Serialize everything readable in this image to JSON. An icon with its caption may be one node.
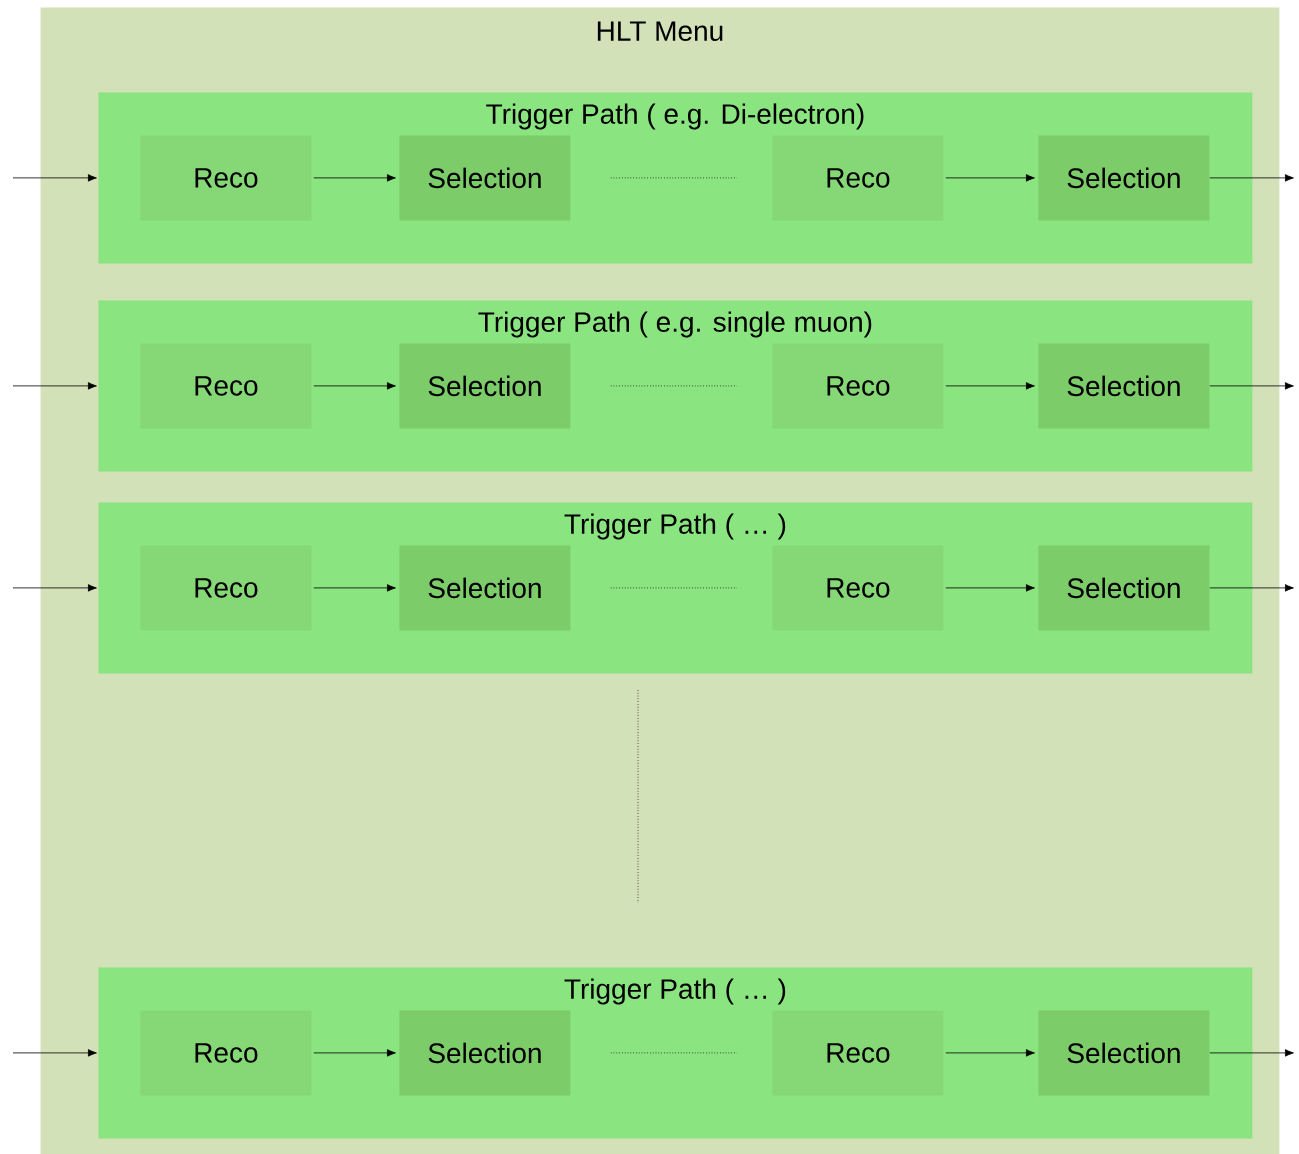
{
  "diagram": {
    "nodes": [
      {
        "text": [
          "HLT Menu"
        ]
      },
      {
        "text": [
          "Trigger Path ( e.g. Di-electron)"
        ],
        "in": 0
      },
      {
        "text": [
          "Reco"
        ],
        "in": 1
      },
      {
        "text": [
          "Selection"
        ],
        "in": 1
      },
      {
        "text": [
          "Reco"
        ],
        "in": 1
      },
      {
        "text": [
          "Selection"
        ],
        "in": 1
      },
      {
        "text": [
          "Trigger Path ( e.g. single muon)"
        ],
        "in": 0
      },
      {
        "text": [
          "Reco"
        ],
        "in": 6
      },
      {
        "text": [
          "Selection"
        ],
        "in": 6
      },
      {
        "text": [
          "Reco"
        ],
        "in": 6
      },
      {
        "text": [
          "Selection"
        ],
        "in": 6
      },
      {
        "text": [
          "Trigger Path ( … )"
        ],
        "in": 0
      },
      {
        "text": [
          "Reco"
        ],
        "in": 11
      },
      {
        "text": [
          "Selection"
        ],
        "in": 11
      },
      {
        "text": [
          "Reco"
        ],
        "in": 11
      },
      {
        "text": [
          "Selection"
        ],
        "in": 11
      },
      {
        "text": [
          "Trigger Path ( … )"
        ],
        "in": 0
      },
      {
        "text": [
          "Reco"
        ],
        "in": 16
      },
      {
        "text": [
          "Selection"
        ],
        "in": 16
      },
      {
        "text": [
          "Reco"
        ],
        "in": 16
      },
      {
        "text": [
          "Selection"
        ],
        "in": 16
      }
    ],
    "edges": [
      {
        "from": null,
        "to": 1,
        "arrow": "to"
      },
      {
        "from": 2,
        "to": 3,
        "arrow": "to"
      },
      {
        "from": 3,
        "to": 4,
        "arrow": "none",
        "style": "dashed"
      },
      {
        "from": 4,
        "to": 5,
        "arrow": "to"
      },
      {
        "from": 5,
        "to": null,
        "arrow": "to"
      },
      {
        "from": null,
        "to": 6,
        "arrow": "to"
      },
      {
        "from": 7,
        "to": 8,
        "arrow": "to"
      },
      {
        "from": 8,
        "to": 9,
        "arrow": "none",
        "style": "dashed"
      },
      {
        "from": 9,
        "to": 10,
        "arrow": "to"
      },
      {
        "from": 10,
        "to": null,
        "arrow": "to"
      },
      {
        "from": null,
        "to": 11,
        "arrow": "to"
      },
      {
        "from": 12,
        "to": 13,
        "arrow": "to"
      },
      {
        "from": 13,
        "to": 14,
        "arrow": "none",
        "style": "dashed"
      },
      {
        "from": 14,
        "to": 15,
        "arrow": "to"
      },
      {
        "from": 15,
        "to": null,
        "arrow": "to"
      },
      {
        "from": null,
        "to": 16,
        "arrow": "to"
      },
      {
        "from": 17,
        "to": 18,
        "arrow": "to"
      },
      {
        "from": 18,
        "to": 19,
        "arrow": "none",
        "style": "dashed"
      },
      {
        "from": 19,
        "to": 20,
        "arrow": "to"
      },
      {
        "from": 20,
        "to": null,
        "arrow": "to"
      }
    ]
  }
}
